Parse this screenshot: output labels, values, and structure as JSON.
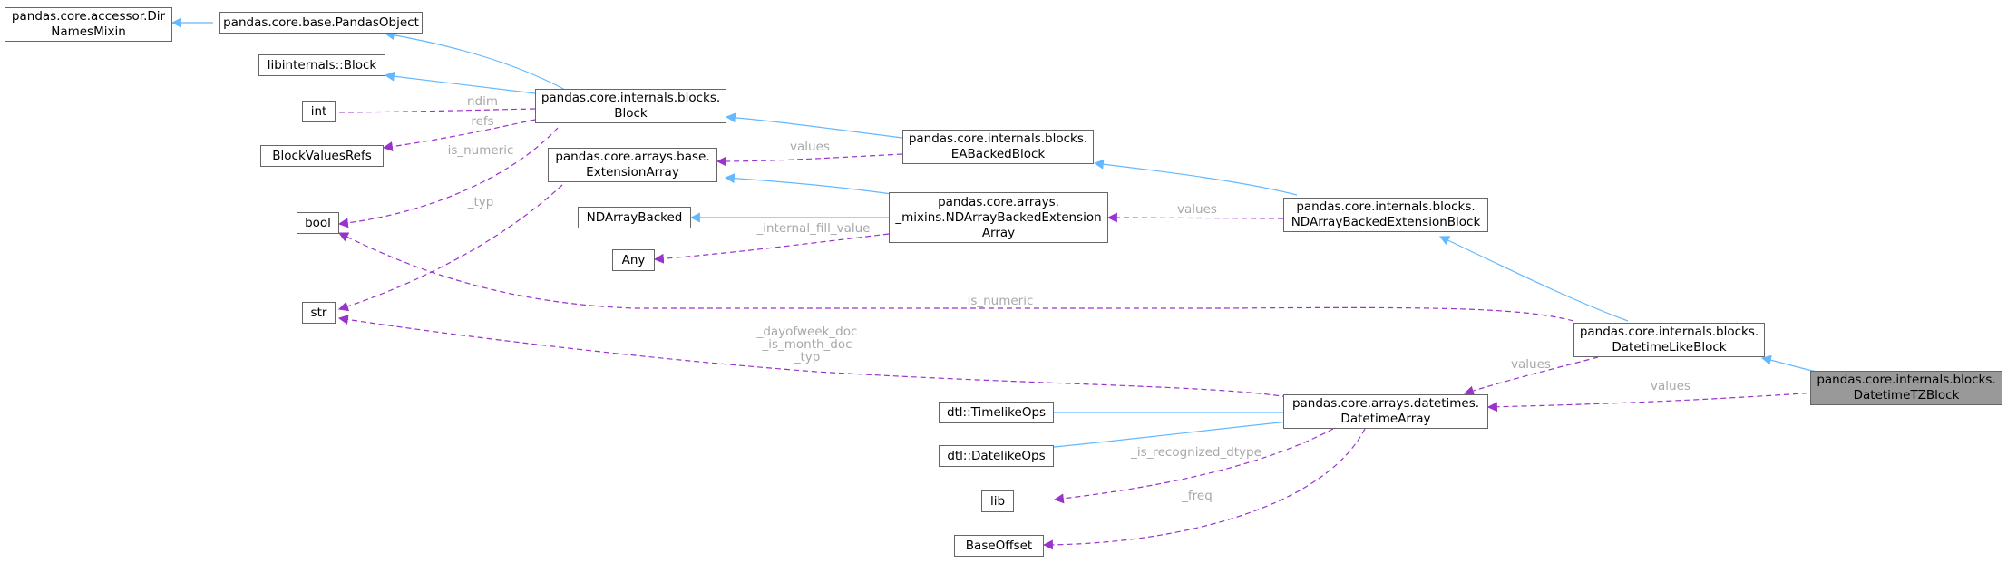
{
  "nodes": {
    "dirnamesmixin": [
      "pandas.core.accessor.Dir",
      "NamesMixin"
    ],
    "pandasobject": [
      "pandas.core.base.PandasObject"
    ],
    "libblock": [
      "libinternals::Block"
    ],
    "int": [
      "int"
    ],
    "blockvaluesrefs": [
      "BlockValuesRefs"
    ],
    "bool": [
      "bool"
    ],
    "str": [
      "str"
    ],
    "block": [
      "pandas.core.internals.blocks.",
      "Block"
    ],
    "extensionarray": [
      "pandas.core.arrays.base.",
      "ExtensionArray"
    ],
    "ndarraybacked": [
      "NDArrayBacked"
    ],
    "any": [
      "Any"
    ],
    "eabackedblock": [
      "pandas.core.internals.blocks.",
      "EABackedBlock"
    ],
    "ndarraybackedext": [
      "pandas.core.arrays.",
      "_mixins.NDArrayBackedExtension",
      "Array"
    ],
    "ndarraybackedextblock": [
      "pandas.core.internals.blocks.",
      "NDArrayBackedExtensionBlock"
    ],
    "datetimelikeblock": [
      "pandas.core.internals.blocks.",
      "DatetimeLikeBlock"
    ],
    "datetimetzblock": [
      "pandas.core.internals.blocks.",
      "DatetimeTZBlock"
    ],
    "datetimearray": [
      "pandas.core.arrays.datetimes.",
      "DatetimeArray"
    ],
    "timelikeops": [
      "dtl::TimelikeOps"
    ],
    "datelikeops": [
      "dtl::DatelikeOps"
    ],
    "lib": [
      "lib"
    ],
    "baseoffset": [
      "BaseOffset"
    ]
  },
  "edge_labels": {
    "ndim": [
      "ndim"
    ],
    "refs": [
      "refs"
    ],
    "is_numeric_block": [
      "is_numeric"
    ],
    "typ_ext": [
      "_typ"
    ],
    "values_ea": [
      "values"
    ],
    "values_ndext": [
      "values"
    ],
    "internal_fill_value": [
      "_internal_fill_value"
    ],
    "is_numeric_dtl": [
      "is_numeric"
    ],
    "dayofweek_doc": [
      "_dayofweek_doc",
      "_is_month_doc",
      "_typ"
    ],
    "values_dtl": [
      "values"
    ],
    "values_tz": [
      "values"
    ],
    "is_recognized_dtype": [
      "_is_recognized_dtype"
    ],
    "freq": [
      "_freq"
    ]
  },
  "colors": {
    "inheritance": "#63b8ff",
    "usage": "#9a32cd",
    "label": "#a8a8a8",
    "focus_fill": "#999999",
    "node_border": "#666666"
  }
}
